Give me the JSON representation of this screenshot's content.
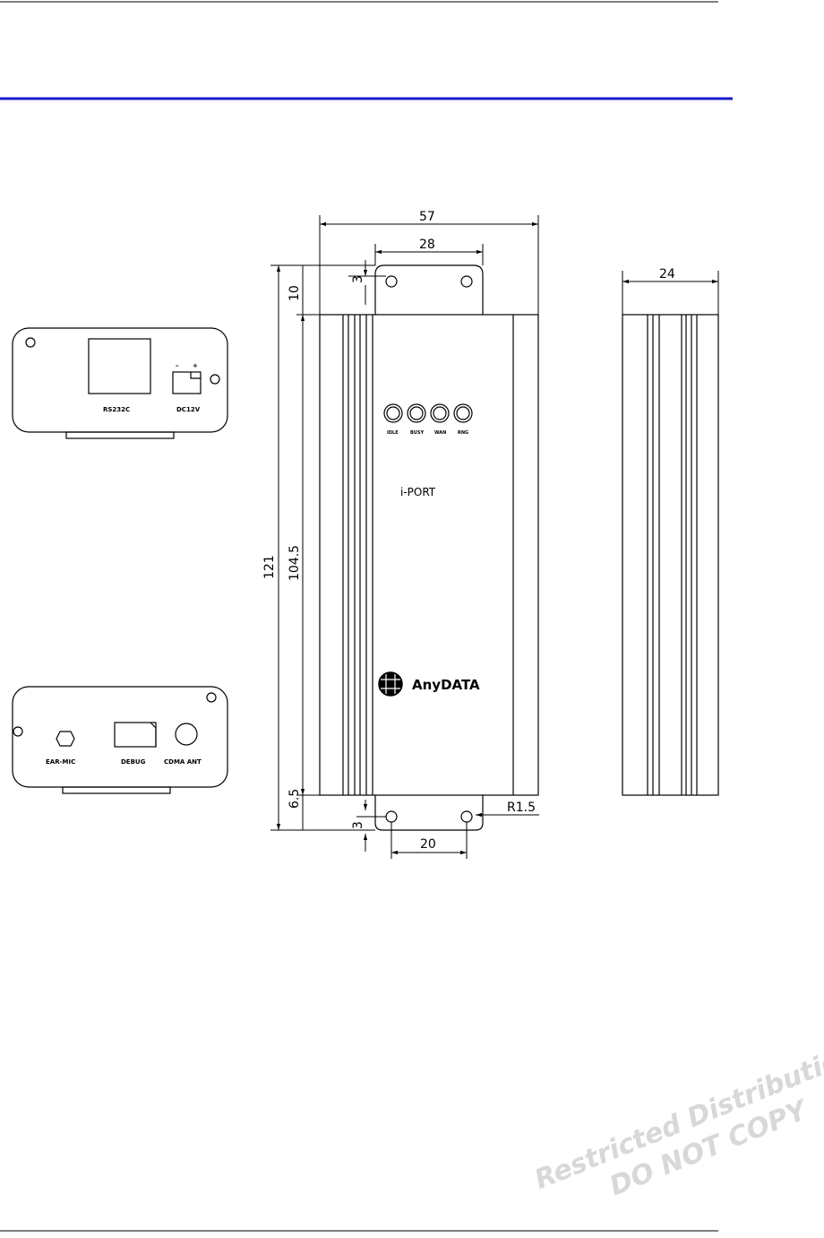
{
  "drawing": {
    "dimensions": {
      "width": "57",
      "hole_spacing_top": "28",
      "hole_offset_top": "3",
      "tab_height": "10",
      "total_length": "121",
      "body_length": "104.5",
      "tab_height_bottom": "6.5",
      "hole_offset_bottom": "3",
      "hole_spacing_bottom": "20",
      "radius": "R1.5",
      "depth": "24"
    },
    "front_panel": {
      "port_1": "RS232C",
      "port_2": "DC12V",
      "polarity_minus": "–",
      "polarity_plus": "+"
    },
    "rear_panel": {
      "port_1": "EAR-MIC",
      "port_2": "DEBUG",
      "port_3": "CDMA ANT"
    },
    "top_face": {
      "leds": [
        "IDLE",
        "BUSY",
        "WAN",
        "RNG"
      ],
      "product_name": "i-PORT",
      "brand": "AnyDATA"
    }
  },
  "watermark": {
    "line1": "Restricted Distribution",
    "line2": "DO NOT COPY"
  },
  "colors": {
    "header_rule": "#1a1acc",
    "line": "#000000",
    "watermark": "#d8d8d8"
  }
}
